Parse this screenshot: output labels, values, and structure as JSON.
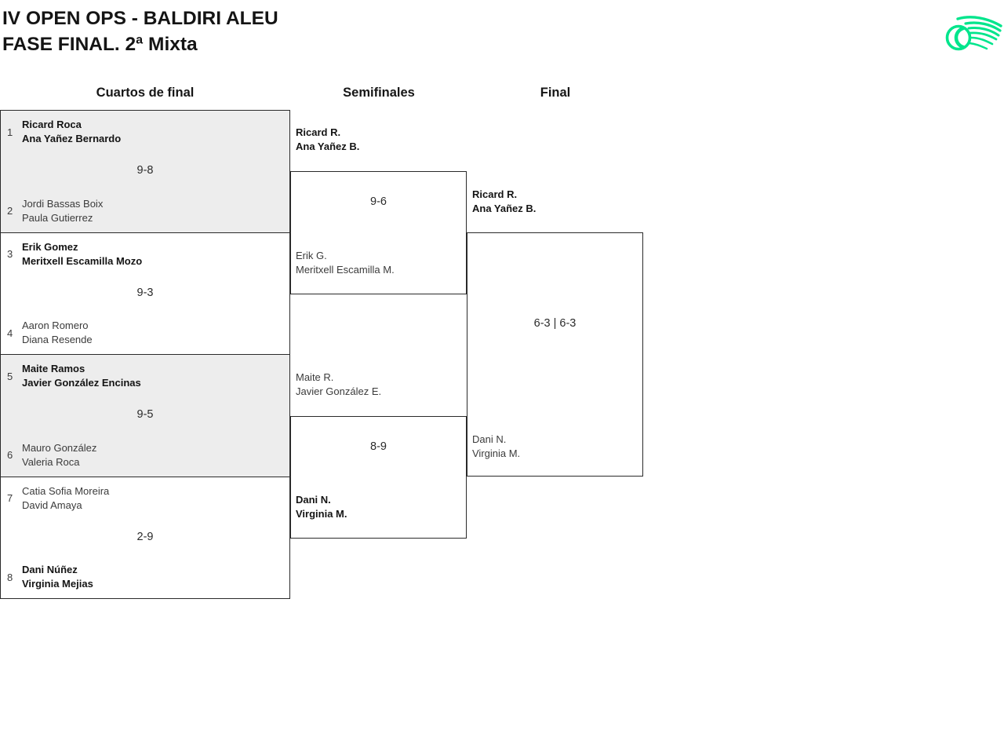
{
  "header": {
    "title_line1": "IV OPEN OPS - BALDIRI ALEU",
    "title_line2": "FASE FINAL. 2ª Mixta"
  },
  "logo": {
    "icon": "tennis-ball-swoosh-icon",
    "color": "#00E58C"
  },
  "round_headers": {
    "quarterfinals": "Cuartos de final",
    "semifinals": "Semifinales",
    "final": "Final"
  },
  "quarterfinals": [
    {
      "top_seed": "1",
      "top_player1": "Ricard Roca",
      "top_player2": "Ana Yañez Bernardo",
      "top_winner": true,
      "score": "9-8",
      "bottom_seed": "2",
      "bottom_player1": "Jordi Bassas Boix",
      "bottom_player2": "Paula Gutierrez",
      "bottom_winner": false
    },
    {
      "top_seed": "3",
      "top_player1": "Erik Gomez",
      "top_player2": "Meritxell Escamilla Mozo",
      "top_winner": true,
      "score": "9-3",
      "bottom_seed": "4",
      "bottom_player1": "Aaron Romero",
      "bottom_player2": "Diana Resende",
      "bottom_winner": false
    },
    {
      "top_seed": "5",
      "top_player1": "Maite Ramos",
      "top_player2": "Javier González Encinas",
      "top_winner": true,
      "score": "9-5",
      "bottom_seed": "6",
      "bottom_player1": "Mauro González",
      "bottom_player2": "Valeria Roca",
      "bottom_winner": false
    },
    {
      "top_seed": "7",
      "top_player1": "Catia Sofia Moreira",
      "top_player2": "David Amaya",
      "top_winner": false,
      "score": "2-9",
      "bottom_seed": "8",
      "bottom_player1": "Dani Núñez",
      "bottom_player2": "Virginia Mejias",
      "bottom_winner": true
    }
  ],
  "semifinals": [
    {
      "top_player1": "Ricard R.",
      "top_player2": "Ana Yañez B.",
      "top_winner": true,
      "score": "9-6",
      "bottom_player1": "Erik G.",
      "bottom_player2": "Meritxell Escamilla M.",
      "bottom_winner": false
    },
    {
      "top_player1": "Maite R.",
      "top_player2": "Javier González E.",
      "top_winner": false,
      "score": "8-9",
      "bottom_player1": "Dani N.",
      "bottom_player2": "Virginia M.",
      "bottom_winner": true
    }
  ],
  "final": {
    "top_player1": "Ricard R.",
    "top_player2": "Ana Yañez B.",
    "top_winner": true,
    "score": "6-3 | 6-3",
    "bottom_player1": "Dani N.",
    "bottom_player2": "Virginia M.",
    "bottom_winner": false
  }
}
